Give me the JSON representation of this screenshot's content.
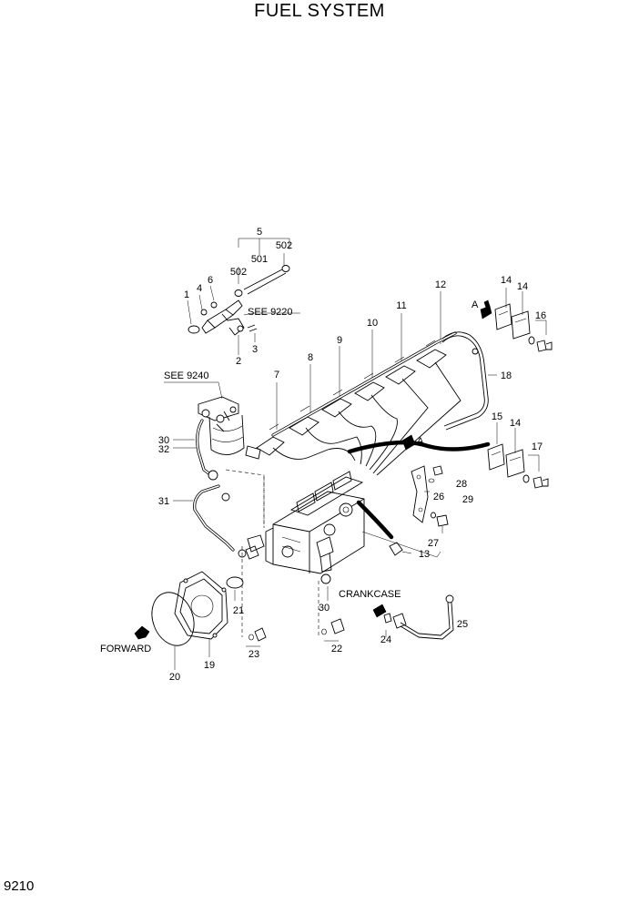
{
  "title": "FUEL SYSTEM",
  "page_number": "9210",
  "notes": {
    "see_9220": "SEE 9220",
    "see_9240": "SEE 9240",
    "crankcase": "CRANKCASE",
    "forward": "FORWARD",
    "view_a_top": "A",
    "view_a_side": "A"
  },
  "callouts": {
    "c1": "1",
    "c2": "2",
    "c3": "3",
    "c4": "4",
    "c5": "5",
    "c6": "6",
    "c7": "7",
    "c8": "8",
    "c9": "9",
    "c10": "10",
    "c11": "11",
    "c12": "12",
    "c13": "13",
    "c14a": "14",
    "c14b": "14",
    "c14c": "14",
    "c15": "15",
    "c16": "16",
    "c17": "17",
    "c18": "18",
    "c19": "19",
    "c20": "20",
    "c21": "21",
    "c22": "22",
    "c23": "23",
    "c24": "24",
    "c25": "25",
    "c26": "26",
    "c27": "27",
    "c28": "28",
    "c29": "29",
    "c30a": "30",
    "c30b": "30",
    "c31": "31",
    "c32": "32",
    "c501": "501",
    "c502a": "502",
    "c502b": "502"
  }
}
